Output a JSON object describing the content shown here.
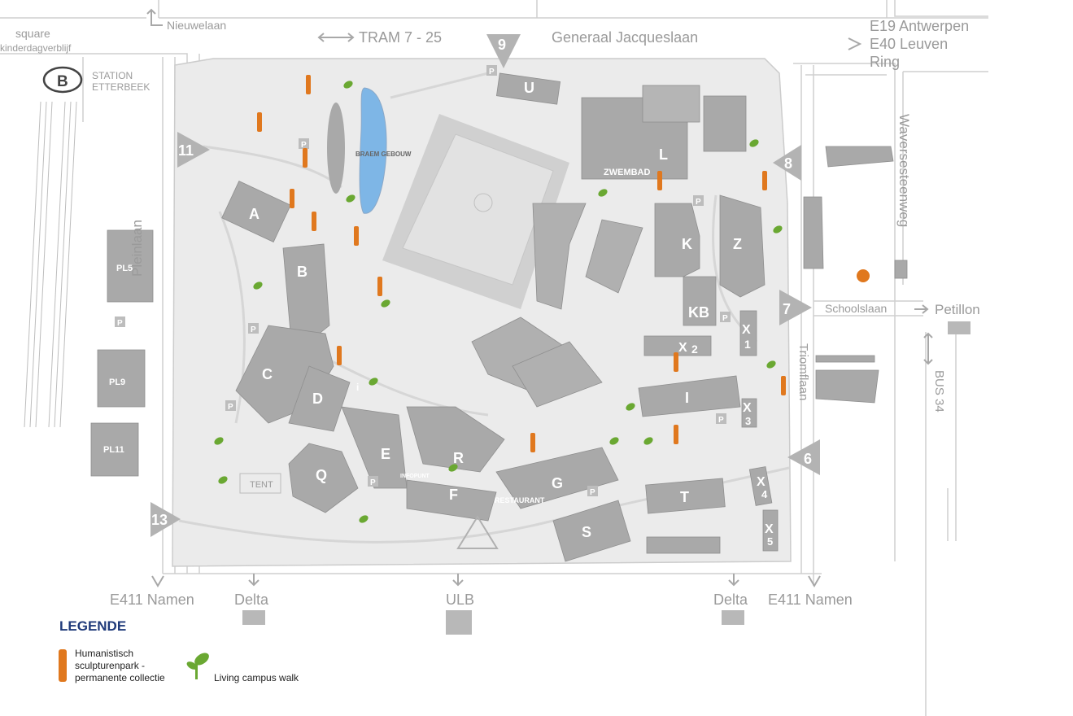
{
  "roads": {
    "tram": "TRAM 7 - 25",
    "top_avenue": "Generaal Jacqueslaan",
    "nieuwelaan": "Nieuwelaan",
    "e19": "E19 Antwerpen",
    "e40": "E40 Leuven",
    "ring": "Ring",
    "square": "square",
    "kinderdag": "kinderdagverblijf",
    "station_1": "STATION",
    "station_2": "ETTERBEEK",
    "pleinlaan": "Pleinlaan",
    "waversesteenweg": "Waversesteenweg",
    "schoolslaan": "Schoolslaan",
    "petillon": "Petillon",
    "triomflaan": "Triomflaan",
    "bus": "BUS 34",
    "e411_left": "E411 Namen",
    "e411_right": "E411 Namen",
    "delta_left": "Delta",
    "delta_right": "Delta",
    "ulb": "ULB"
  },
  "gates": [
    "9",
    "11",
    "8",
    "7",
    "6",
    "13"
  ],
  "buildings": {
    "U": "U",
    "L": "L",
    "zwembad": "ZWEMBAD",
    "A": "A",
    "braem": "BRAEM GEBOUW",
    "B": "B",
    "C": "C",
    "D": "D",
    "E": "E",
    "R": "R",
    "F": "F",
    "G": "G",
    "restaurant": "RESTAURANT",
    "infopunt": "INFOPUNT",
    "Q": "Q",
    "tent": "TENT",
    "S": "S",
    "T": "T",
    "K": "K",
    "KB": "KB",
    "Z": "Z",
    "X1_a": "X",
    "X1_b": "1",
    "X2_a": "X",
    "X2_b": "2",
    "I": "I",
    "X3_a": "X",
    "X3_b": "3",
    "X4_a": "X",
    "X4_b": "4",
    "X5_a": "X",
    "X5_b": "5",
    "PL5": "PL5",
    "PL9": "PL9",
    "PL11": "PL11",
    "info_i": "i"
  },
  "parking": "P",
  "legend": {
    "title": "LEGENDE",
    "sculpture_1": "Humanistisch",
    "sculpture_2": "sculpturenpark -",
    "sculpture_3": "permanente collectie",
    "walk": "Living campus walk"
  },
  "colors": {
    "campus": "#ebebeb",
    "building": "#a9a9a9",
    "road_line": "#c8c8c8",
    "gate": "#b3b3b3",
    "sculpture": "#e0781e",
    "plant": "#6aa832",
    "water": "#7eb6e6",
    "legend_title": "#1f3a7a"
  }
}
